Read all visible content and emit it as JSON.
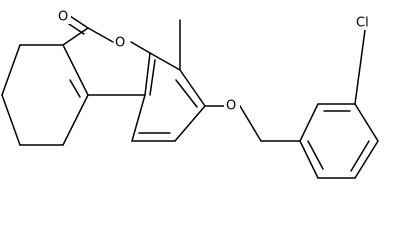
{
  "molecule": {
    "atom_labels": {
      "carbonyl_oxygen": "O",
      "ring_oxygen": "O",
      "ether_oxygen": "O",
      "chlorine": "Cl"
    },
    "colors": {
      "bond": "#000000",
      "label": "#000000",
      "background": "#ffffff"
    }
  }
}
